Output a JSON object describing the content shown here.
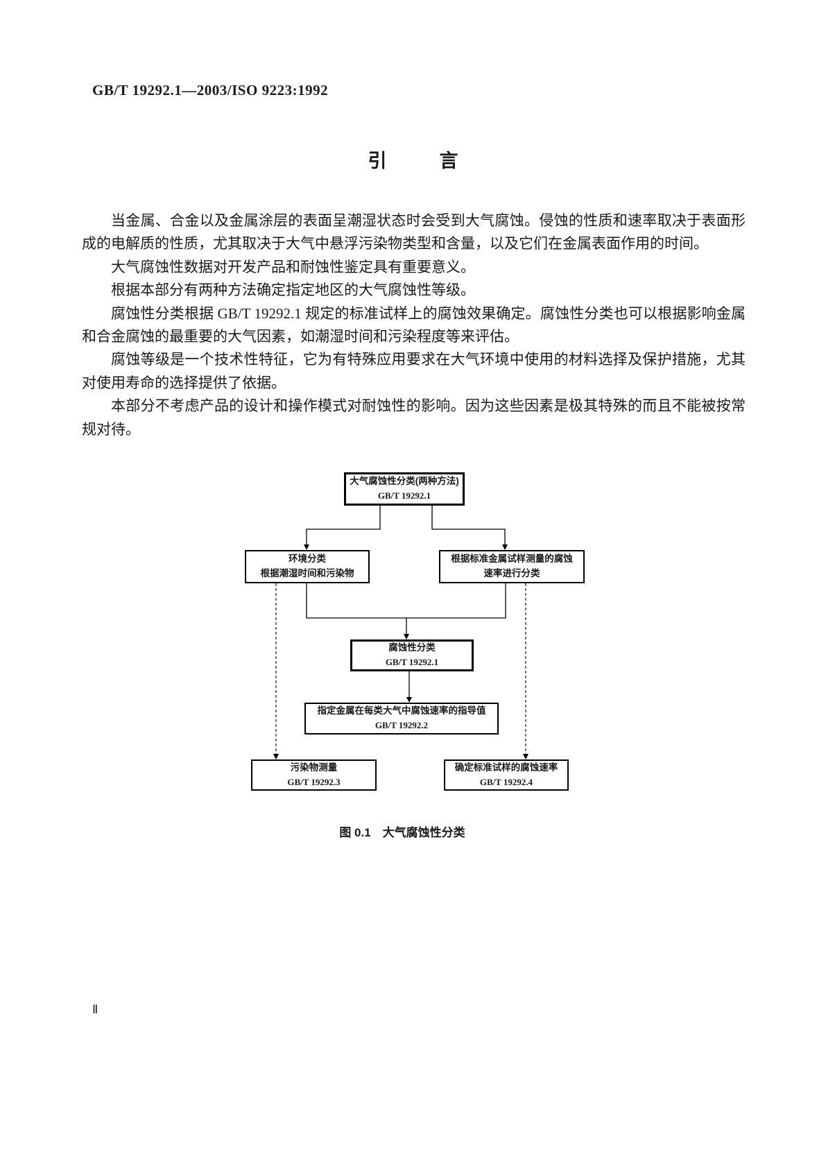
{
  "page": {
    "header": "GB/T 19292.1—2003/ISO 9223:1992",
    "title": {
      "char1": "引",
      "char2": "言"
    },
    "page_number": "Ⅱ"
  },
  "paragraphs": [
    "当金属、合金以及金属涂层的表面呈潮湿状态时会受到大气腐蚀。侵蚀的性质和速率取决于表面形成的电解质的性质，尤其取决于大气中悬浮污染物类型和含量，以及它们在金属表面作用的时间。",
    "大气腐蚀性数据对开发产品和耐蚀性鉴定具有重要意义。",
    "根据本部分有两种方法确定指定地区的大气腐蚀性等级。",
    "腐蚀性分类根据 GB/T 19292.1 规定的标准试样上的腐蚀效果确定。腐蚀性分类也可以根据影响金属和合金腐蚀的最重要的大气因素，如潮湿时间和污染程度等来评估。",
    "腐蚀等级是一个技术性特征，它为有特殊应用要求在大气环境中使用的材料选择及保护措施，尤其对使用寿命的选择提供了依据。",
    "本部分不考虑产品的设计和操作模式对耐蚀性的影响。因为这些因素是极其特殊的而且不能被按常规对待。"
  ],
  "figure": {
    "caption": "图 0.1　大气腐蚀性分类",
    "boxes": {
      "top": {
        "line1": "大气腐蚀性分类(两种方法)",
        "line2": "GB/T 19292.1"
      },
      "env": {
        "line1": "环境分类",
        "line2": "根据潮湿时间和污染物"
      },
      "metal": {
        "line1": "根据标准金属试样测量的腐蚀",
        "line2": "速率进行分类"
      },
      "corrosivity": {
        "line1": "腐蚀性分类",
        "line2": "GB/T 19292.1"
      },
      "guide": {
        "line1": "指定金属在每类大气中腐蚀速率的指导值",
        "line2": "GB/T 19292.2"
      },
      "pollution": {
        "line1": "污染物测量",
        "line2": "GB/T 19292.3"
      },
      "rate": {
        "line1": "确定标准试样的腐蚀速率",
        "line2": "GB/T 19292.4"
      }
    }
  },
  "colors": {
    "text": "#1a1a1a",
    "border": "#000000",
    "background": "#ffffff"
  }
}
